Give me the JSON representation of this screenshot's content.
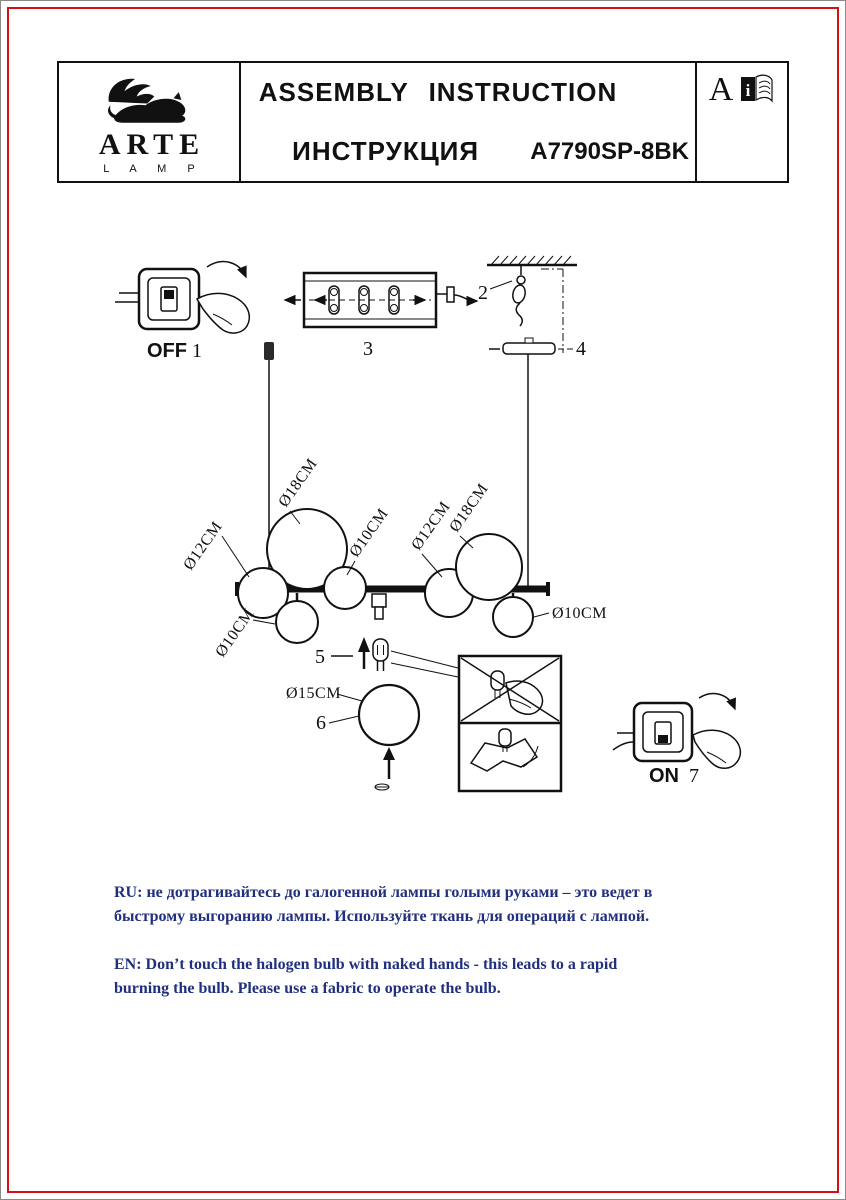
{
  "header": {
    "brand_name": "ARTE",
    "brand_sub": "L A M P",
    "title_en": "ASSEMBLY INSTRUCTION",
    "title_ru": "ИНСТРУКЦИЯ",
    "model": "A7790SP-8BK",
    "corner_letter": "A",
    "info_letter": "i"
  },
  "diagram": {
    "step1_label": "OFF",
    "step1_num": "1",
    "step2_num": "2",
    "step3_num": "3",
    "step4_num": "4",
    "step5_num": "5",
    "step6_num": "6",
    "step7_label": "ON",
    "step7_num": "7",
    "size_18_left": "Ø18CM",
    "size_12_left": "Ø12CM",
    "size_10_center": "Ø10CM",
    "size_12_right": "Ø12CM",
    "size_18_right": "Ø18CM",
    "size_10_bottom_left": "Ø10CM",
    "size_10_right": "Ø10CM",
    "size_15_detail": "Ø15CM"
  },
  "footer": {
    "ru_line1": "RU: не дотрагивайтесь до галогенной лампы голыми руками – это ведет в",
    "ru_line2": "быстрому выгоранию лампы. Используйте ткань для операций с лампой.",
    "en_line1": "EN: Don’t touch the halogen bulb with naked hands   - this leads to a rapid",
    "en_line2": "burning the bulb. Please use a fabric to operate the bulb."
  },
  "colors": {
    "page_border": "#d01218",
    "footer_text": "#20307e",
    "ink": "#111111"
  }
}
